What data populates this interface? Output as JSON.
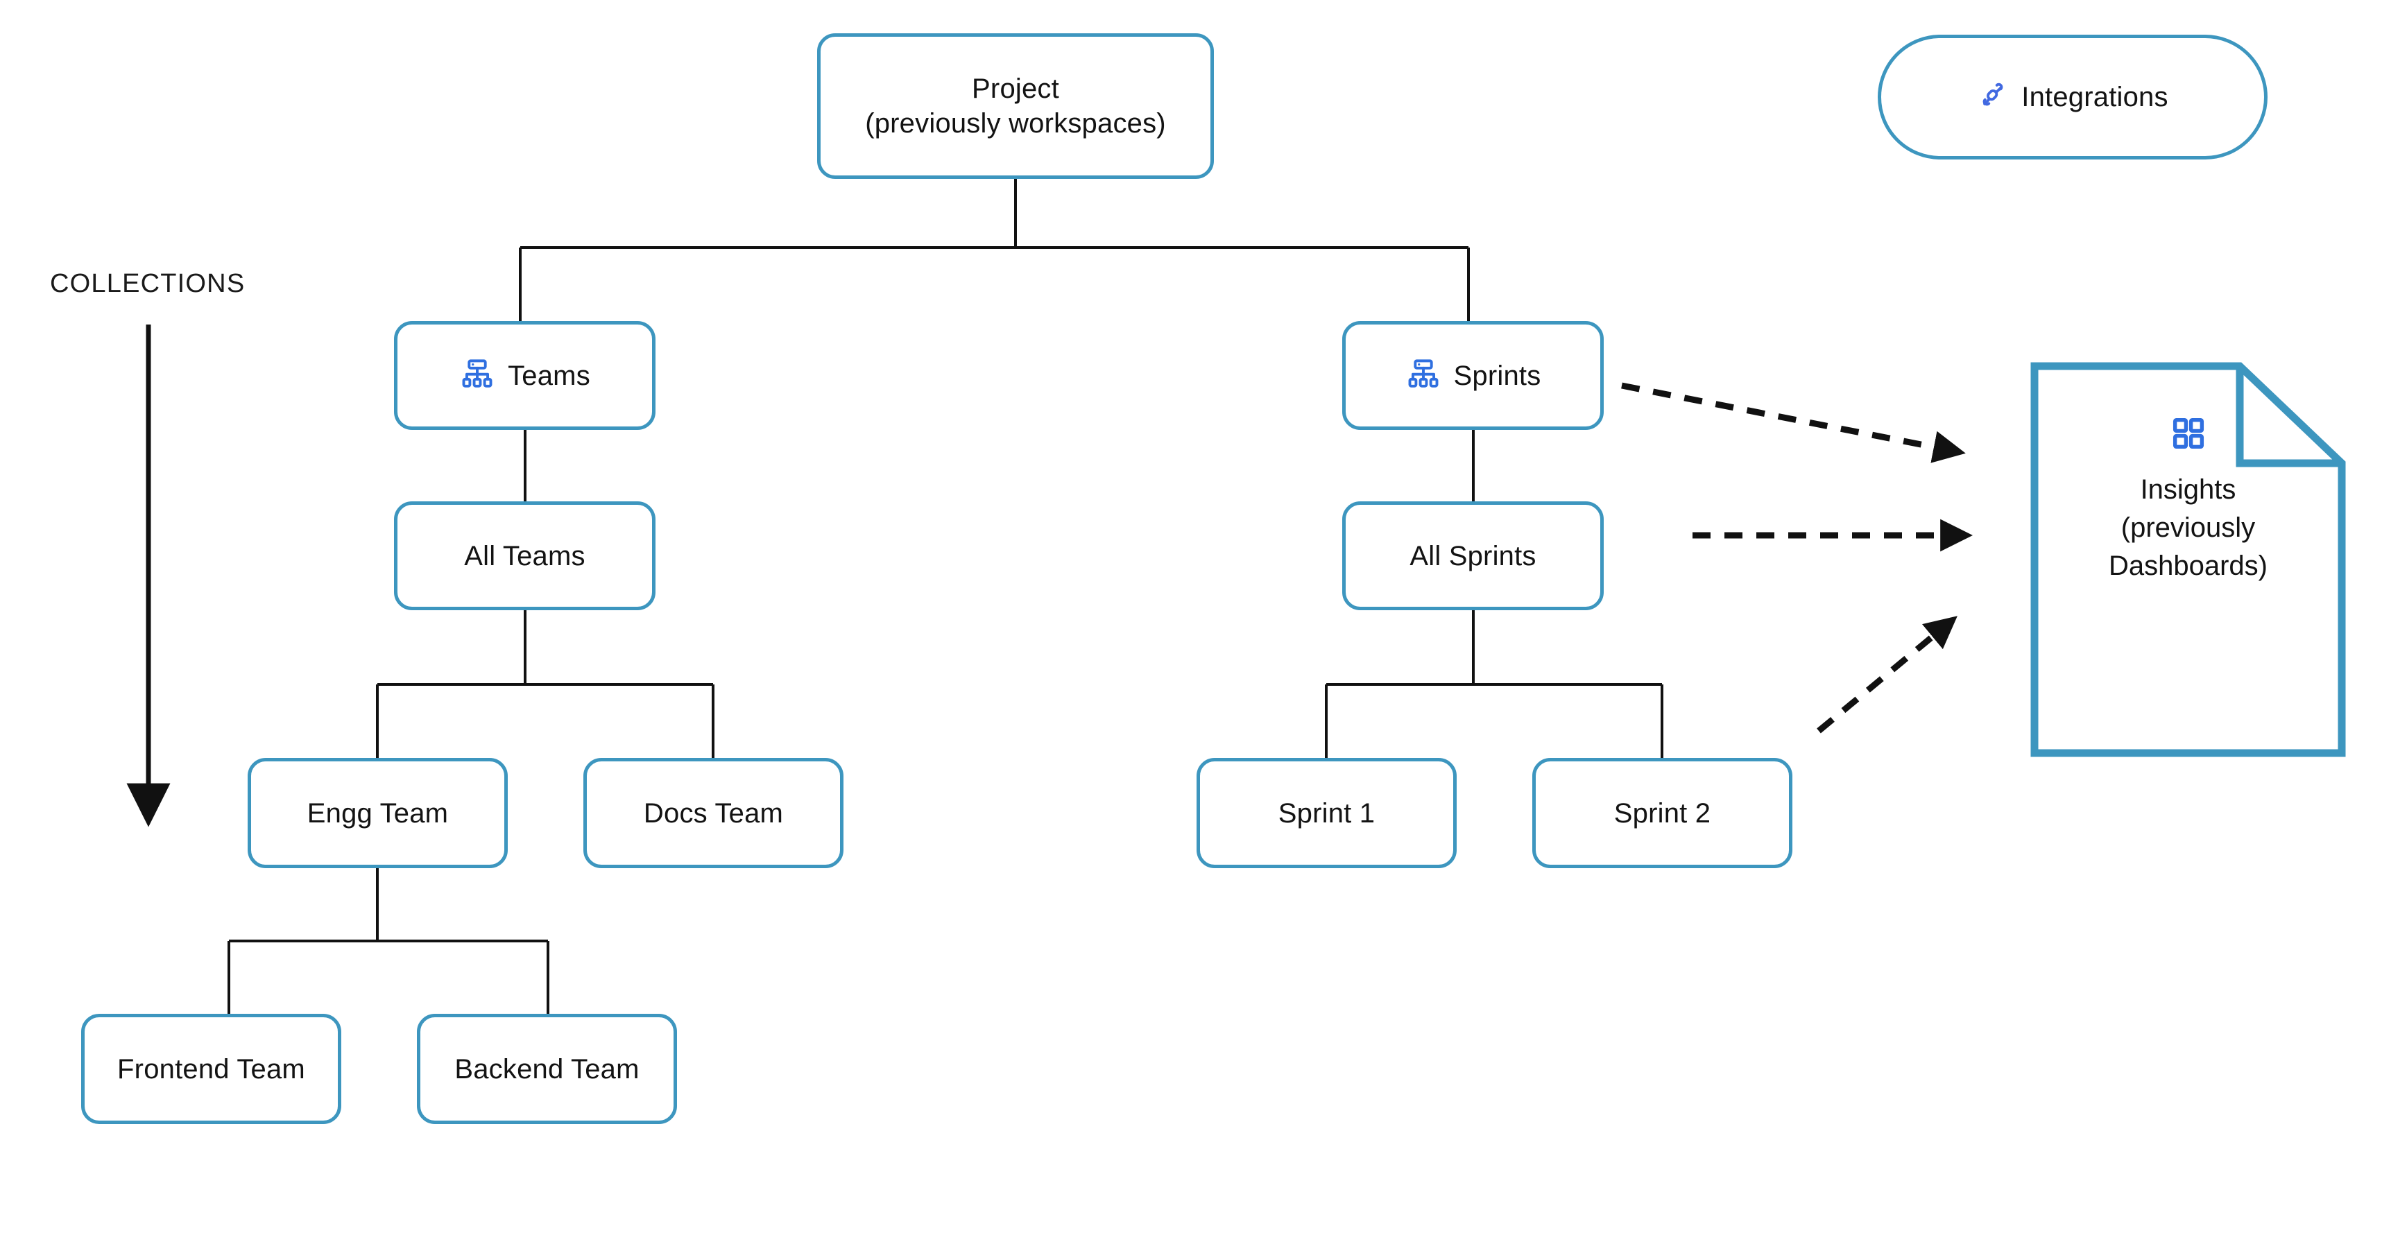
{
  "diagram": {
    "title_label": "COLLECTIONS",
    "colors": {
      "node_border": "#3d96bf",
      "connector": "#111111",
      "icon_blue": "#4169e1",
      "text": "#131313",
      "background": "#ffffff"
    },
    "root": {
      "label": "Project\n(previously workspaces)"
    },
    "branches": [
      {
        "header": {
          "label": "Teams",
          "icon": "hierarchy-icon"
        },
        "all": {
          "label": "All Teams"
        },
        "children": [
          {
            "label": "Engg Team"
          },
          {
            "label": "Docs Team"
          }
        ],
        "grandchildren": [
          {
            "label": "Frontend Team"
          },
          {
            "label": "Backend Team"
          }
        ]
      },
      {
        "header": {
          "label": "Sprints",
          "icon": "hierarchy-icon"
        },
        "all": {
          "label": "All Sprints"
        },
        "children": [
          {
            "label": "Sprint 1"
          },
          {
            "label": "Sprint 2"
          }
        ],
        "grandchildren": []
      }
    ],
    "integrations": {
      "label": "Integrations",
      "icon": "plug-connector-icon"
    },
    "insights": {
      "label": "Insights\n(previously\nDashboards)",
      "icon": "grid-dashboard-icon"
    },
    "collections_arrow": {
      "name": "collections-direction-arrow",
      "direction": "down"
    },
    "dashed_arrows": [
      {
        "from": "Sprints",
        "to": "Insights"
      },
      {
        "from": "All Sprints",
        "to": "Insights"
      },
      {
        "from": "Sprint 2 area",
        "to": "Insights"
      }
    ]
  }
}
